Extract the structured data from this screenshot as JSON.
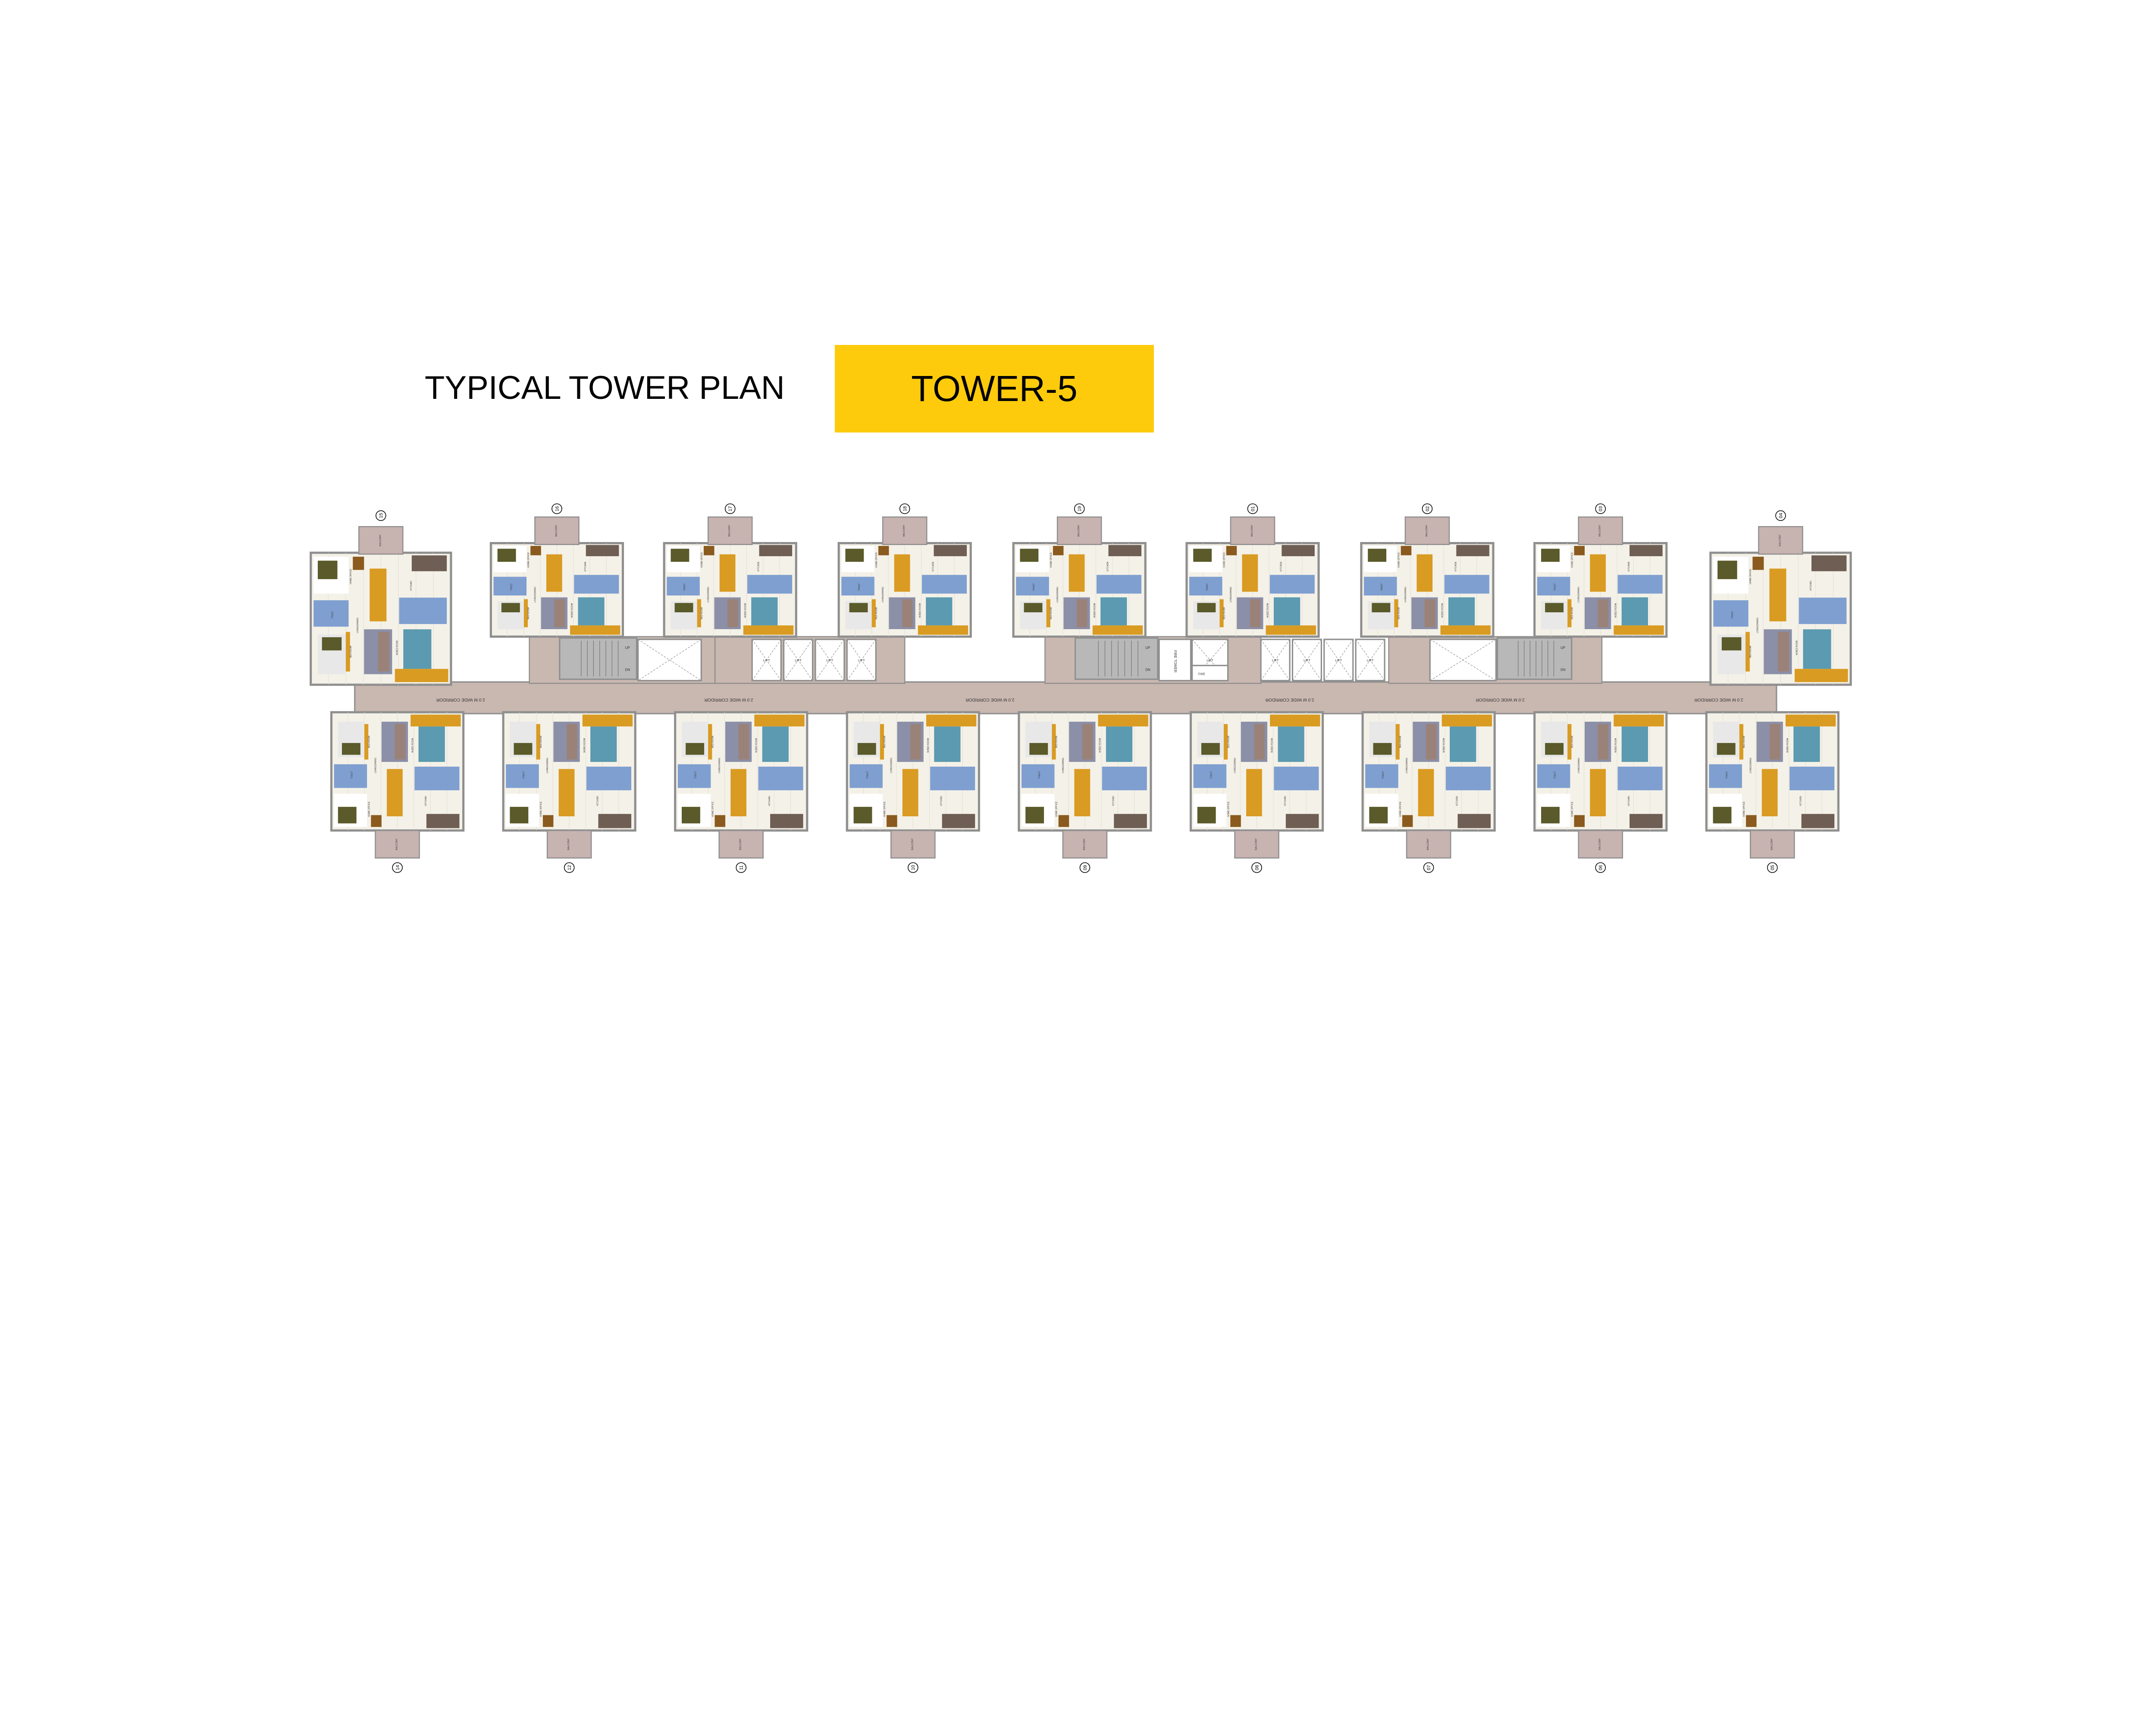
{
  "header": {
    "title": "TYPICAL TOWER PLAN",
    "tower": "TOWER-5",
    "badge_color": "#fdcb0b"
  },
  "plan": {
    "top_units": [
      "15",
      "16",
      "17",
      "18",
      "19",
      "01",
      "02",
      "03",
      "04"
    ],
    "bottom_units": [
      "14",
      "12",
      "11",
      "10",
      "09",
      "08",
      "07",
      "06",
      "05"
    ],
    "corridor_label": "2.0 M WIDE CORRIDOR",
    "corridor_label_count": 6,
    "core": {
      "lift": "LIFT",
      "fire_tower": "FIRE TOWER",
      "fire_lift": "FIRE",
      "up": "UP",
      "dn": "DN"
    },
    "room_labels": {
      "balcony": "BALCONY",
      "home_office": "HOME OFFICE",
      "kitchen": "KITCHEN",
      "toilet": "TOILET",
      "living": "LIVING/DINING",
      "bedroom": "BED ROOM",
      "master": "M.BED ROOM"
    },
    "colors": {
      "corridor": "#c9b8b0",
      "wall": "#8f8f8f",
      "floor": "#f4f1e8",
      "wood": "#d99b22",
      "toilet": "#7f9fd0",
      "bed": "#5b9ab0",
      "balcony": "#c7b3b0"
    }
  }
}
